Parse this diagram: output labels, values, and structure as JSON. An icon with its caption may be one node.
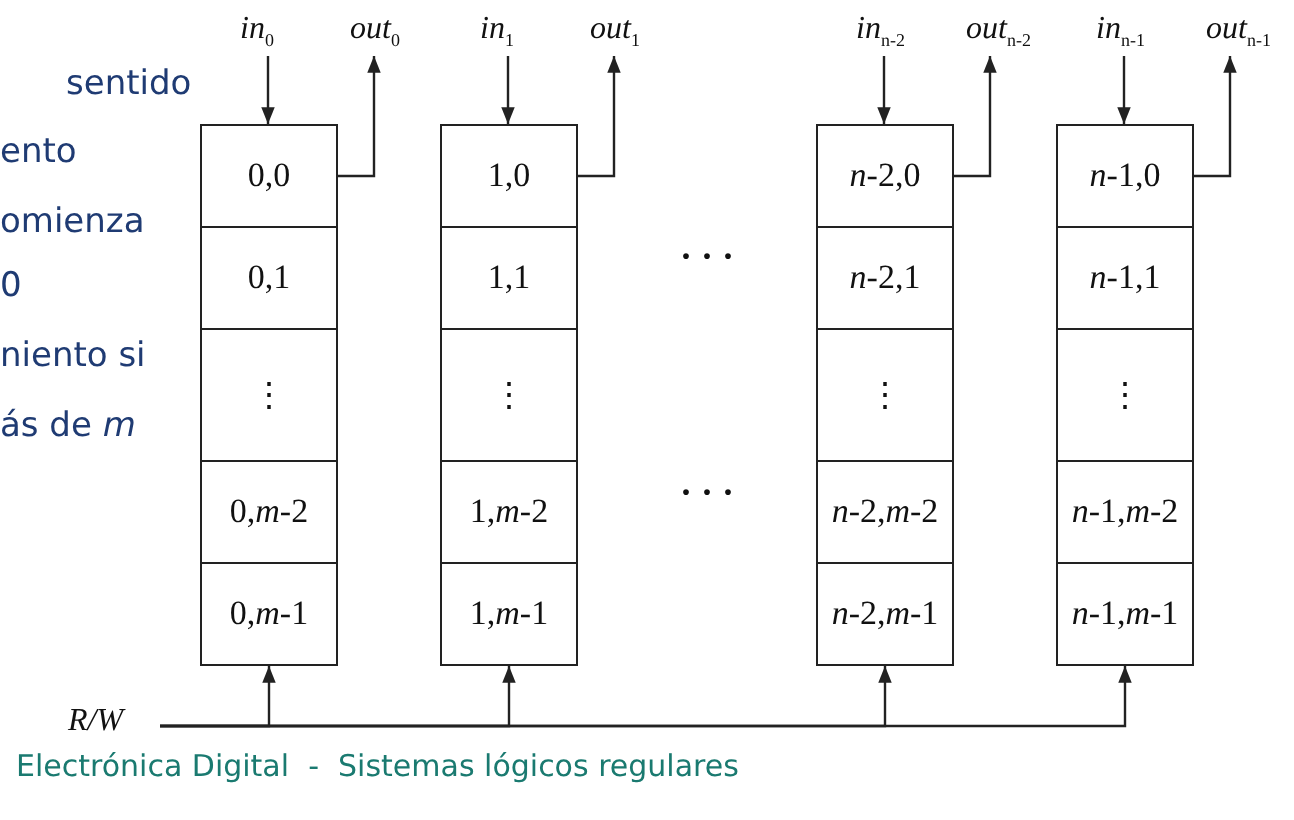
{
  "diagram": {
    "nodes": [
      {
        "text": [
          "*in*$_{0}$"
        ]
      },
      {
        "text": [
          "*out*$_{0}$"
        ]
      },
      {
        "text": [
          "*in*$_{1}$"
        ]
      },
      {
        "text": [
          "*out*$_{1}$"
        ]
      },
      {
        "text": [
          "*in*$_{n-2}$"
        ]
      },
      {
        "text": [
          "*out*$_{n-2}$"
        ]
      },
      {
        "text": [
          "*in*$_{n-1}$"
        ]
      },
      {
        "text": [
          "*out*$_{n-1}$"
        ]
      },
      {
        "text": [
          "0,0"
        ]
      },
      {
        "text": [
          "0,1"
        ]
      },
      {
        "text": [
          "⋮"
        ]
      },
      {
        "text": [
          "0,*m*-2"
        ]
      },
      {
        "text": [
          "0,*m*-1"
        ]
      },
      {
        "text": [
          "1,0"
        ]
      },
      {
        "text": [
          "1,1"
        ]
      },
      {
        "text": [
          "⋮"
        ]
      },
      {
        "text": [
          "1,*m*-2"
        ]
      },
      {
        "text": [
          "1,*m*-1"
        ]
      },
      {
        "text": [
          "*n*-2,0"
        ]
      },
      {
        "text": [
          "*n*-2,1"
        ]
      },
      {
        "text": [
          "⋮"
        ]
      },
      {
        "text": [
          "*n*-2,*m*-2"
        ]
      },
      {
        "text": [
          "*n*-2,*m*-1"
        ]
      },
      {
        "text": [
          "*n*-1,0"
        ]
      },
      {
        "text": [
          "*n*-1,1"
        ]
      },
      {
        "text": [
          "⋮"
        ]
      },
      {
        "text": [
          "*n*-1,*m*-2"
        ]
      },
      {
        "text": [
          "*n*-1,*m*-1"
        ]
      },
      {
        "text": [
          "R/W"
        ]
      }
    ],
    "edges": [
      {
        "from": 0,
        "to": 8,
        "arrow": "to"
      },
      {
        "from": 8,
        "to": 1,
        "arrow": "to"
      },
      {
        "from": 2,
        "to": 13,
        "arrow": "to"
      },
      {
        "from": 13,
        "to": 3,
        "arrow": "to"
      },
      {
        "from": 4,
        "to": 18,
        "arrow": "to"
      },
      {
        "from": 18,
        "to": 5,
        "arrow": "to"
      },
      {
        "from": 6,
        "to": 23,
        "arrow": "to"
      },
      {
        "from": 23,
        "to": 7,
        "arrow": "to"
      },
      {
        "from": 28,
        "to": 12,
        "arrow": "to"
      },
      {
        "from": 28,
        "to": 17,
        "arrow": "to"
      },
      {
        "from": 28,
        "to": 22,
        "arrow": "to"
      },
      {
        "from": 28,
        "to": 27,
        "arrow": "to"
      }
    ],
    "labels": [
      "sentido",
      "ento",
      "omienza",
      "0",
      "niento si",
      "ás de *m*",
      "· · ·",
      "· · ·"
    ],
    "caption": "Electrónica Digital  -  Sistemas lógicos regulares"
  }
}
